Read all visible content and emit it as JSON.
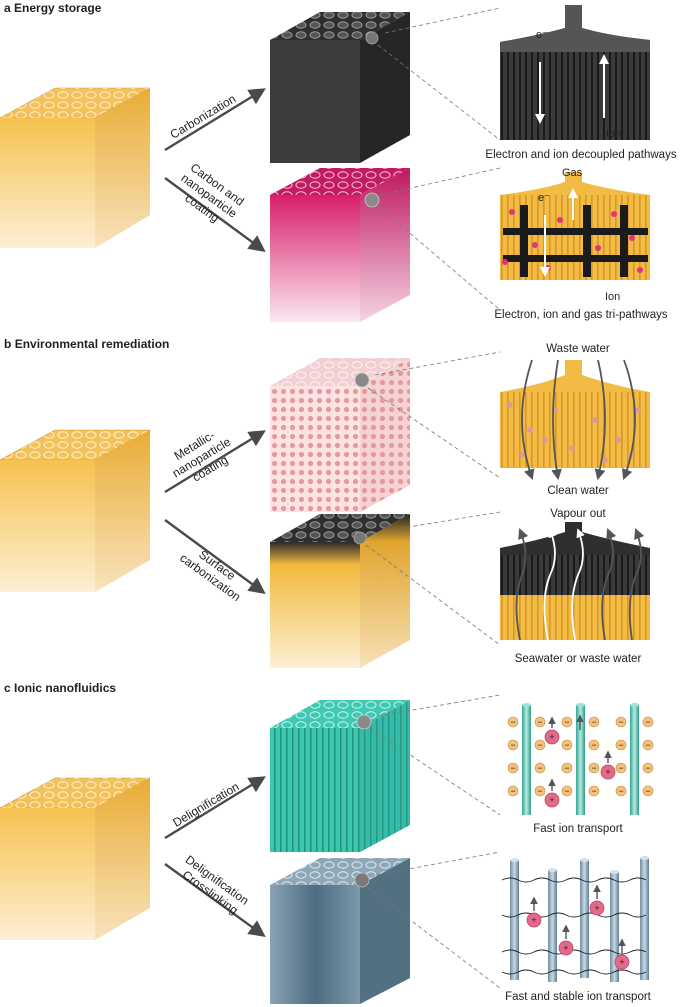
{
  "sections": {
    "a": {
      "letter": "a",
      "title": "Energy storage",
      "arrow_top": [
        "Carbonization"
      ],
      "arrow_bottom": [
        "Carbon and",
        "nanoparticle",
        "coating"
      ],
      "label_e1": "e⁻",
      "label_ion1": "Ion",
      "caption_top": "Electron and ion decoupled pathways",
      "label_gas": "Gas",
      "label_e2": "e⁻",
      "label_ion2": "Ion",
      "caption_bottom": "Electron, ion and gas tri-pathways"
    },
    "b": {
      "letter": "b",
      "title": "Environmental remediation",
      "arrow_top": [
        "Metallic-",
        "nanoparticle",
        "coating"
      ],
      "arrow_bottom": [
        "Surface",
        "carbonization"
      ],
      "label_waste": "Waste water",
      "label_clean": "Clean water",
      "label_vapour": "Vapour out",
      "label_sea": "Seawater or waste water"
    },
    "c": {
      "letter": "c",
      "title": "Ionic nanofluidics",
      "arrow_top": [
        "Delignification"
      ],
      "arrow_bottom": [
        "Delignification",
        "Crosslinking"
      ],
      "caption_top": "Fast ion transport",
      "caption_bottom": "Fast and stable ion transport",
      "plus": "+",
      "minus": "−"
    }
  },
  "colors": {
    "wood": "#f6c24f",
    "carbon": "#3a3a3a",
    "pink": "#d81e6c",
    "teal": "#36c3ad",
    "steel": "#5c7a8f",
    "arrow": "#4a4a4a"
  }
}
